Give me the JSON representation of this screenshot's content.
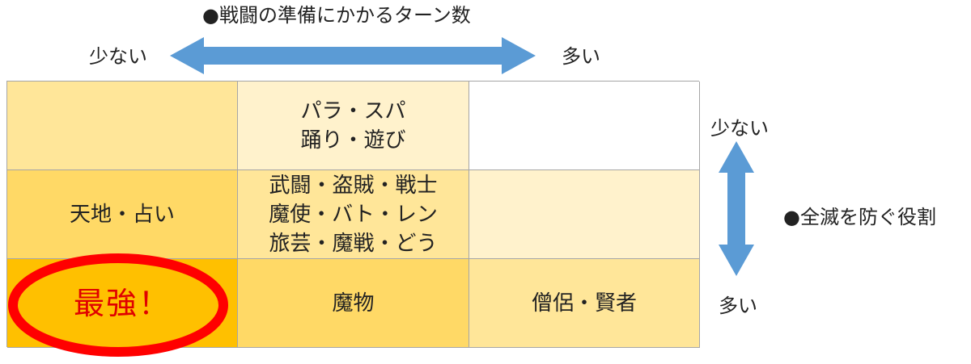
{
  "top_axis": {
    "title": "●戦闘の準備にかかるターン数",
    "left_label": "少ない",
    "right_label": "多い"
  },
  "right_axis": {
    "title": "●全滅を防ぐ役割",
    "top_label": "少ない",
    "bottom_label": "多い"
  },
  "grid": {
    "rows": [
      [
        {
          "lines": [],
          "color": "#ffe699"
        },
        {
          "lines": [
            "パラ・スパ",
            "踊り・遊び"
          ],
          "color": "#fff2cc"
        },
        {
          "lines": [],
          "color": "#ffffff"
        }
      ],
      [
        {
          "lines": [
            "天地・占い"
          ],
          "color": "#ffd966"
        },
        {
          "lines": [
            "武闘・盗賊・戦士",
            "魔使・バト・レン",
            "旅芸・魔戦・どう"
          ],
          "color": "#ffe699"
        },
        {
          "lines": [],
          "color": "#fff2cc"
        }
      ],
      [
        {
          "lines": [
            "最強！"
          ],
          "color": "#ffc000",
          "highlight": true
        },
        {
          "lines": [
            "魔物"
          ],
          "color": "#ffd966"
        },
        {
          "lines": [
            "僧侶・賢者"
          ],
          "color": "#ffe699"
        }
      ]
    ]
  },
  "colors": {
    "arrow": "#5b9bd5",
    "highlight_ring": "#ff0000",
    "strongest_text": "#e00000",
    "grid_border": "#a6a6a6"
  }
}
